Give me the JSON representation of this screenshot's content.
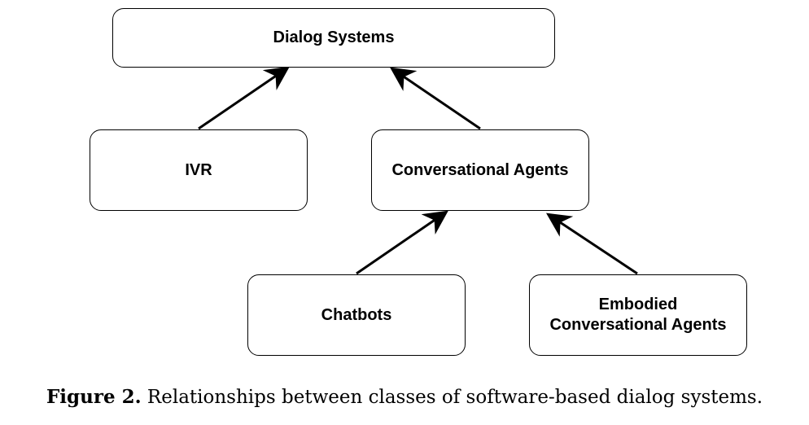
{
  "diagram": {
    "nodes": {
      "dialog_systems": "Dialog Systems",
      "ivr": "IVR",
      "conversational_agents": "Conversational Agents",
      "chatbots": "Chatbots",
      "embodied_line1": "Embodied",
      "embodied_line2": "Conversational Agents"
    },
    "edges": [
      {
        "from": "IVR",
        "to": "Dialog Systems"
      },
      {
        "from": "Conversational Agents",
        "to": "Dialog Systems"
      },
      {
        "from": "Chatbots",
        "to": "Conversational Agents"
      },
      {
        "from": "Embodied Conversational Agents",
        "to": "Conversational Agents"
      }
    ],
    "colors": {
      "stroke": "#000000",
      "fill": "#ffffff"
    }
  },
  "caption": {
    "label": "Figure 2.",
    "text": " Relationships between classes of software-based dialog systems."
  }
}
